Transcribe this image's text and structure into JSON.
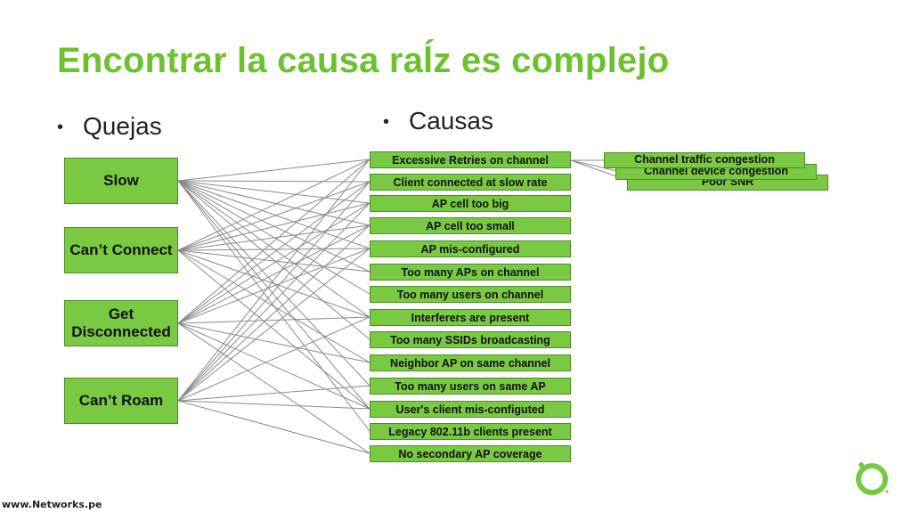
{
  "title": "Encontrar la causa raĺz es complejo",
  "bullets": {
    "quejas": "Quejas",
    "causas": "Causas"
  },
  "complaints": [
    {
      "label": "Slow"
    },
    {
      "label": "Can’t Connect"
    },
    {
      "label": "Get Disconnected"
    },
    {
      "label": "Can’t Roam"
    }
  ],
  "causes": [
    {
      "label": "Excessive Retries on channel"
    },
    {
      "label": "Client connected at slow rate"
    },
    {
      "label": "AP cell too big"
    },
    {
      "label": "AP cell too small"
    },
    {
      "label": "AP mis-configured"
    },
    {
      "label": "Too many APs on channel"
    },
    {
      "label": "Too many users on channel"
    },
    {
      "label": "Interferers are present"
    },
    {
      "label": "Too many SSIDs broadcasting"
    },
    {
      "label": "Neighbor AP on same channel"
    },
    {
      "label": "Too many users on same AP"
    },
    {
      "label": "User's client mis-configuted"
    },
    {
      "label": "Legacy 802.11b clients present"
    },
    {
      "label": "No secondary AP coverage"
    }
  ],
  "subcauses": [
    {
      "label": "Channel traffic congestion"
    },
    {
      "label": "Channel device congestion"
    },
    {
      "label": "Poor SNR"
    }
  ],
  "footer": "www.Networks.pe",
  "colors": {
    "title": "#6cc12f",
    "box_fill": "#7ac943",
    "box_border": "#4f8c2a",
    "line": "#8a8a8a",
    "logo": "#7ac943"
  }
}
